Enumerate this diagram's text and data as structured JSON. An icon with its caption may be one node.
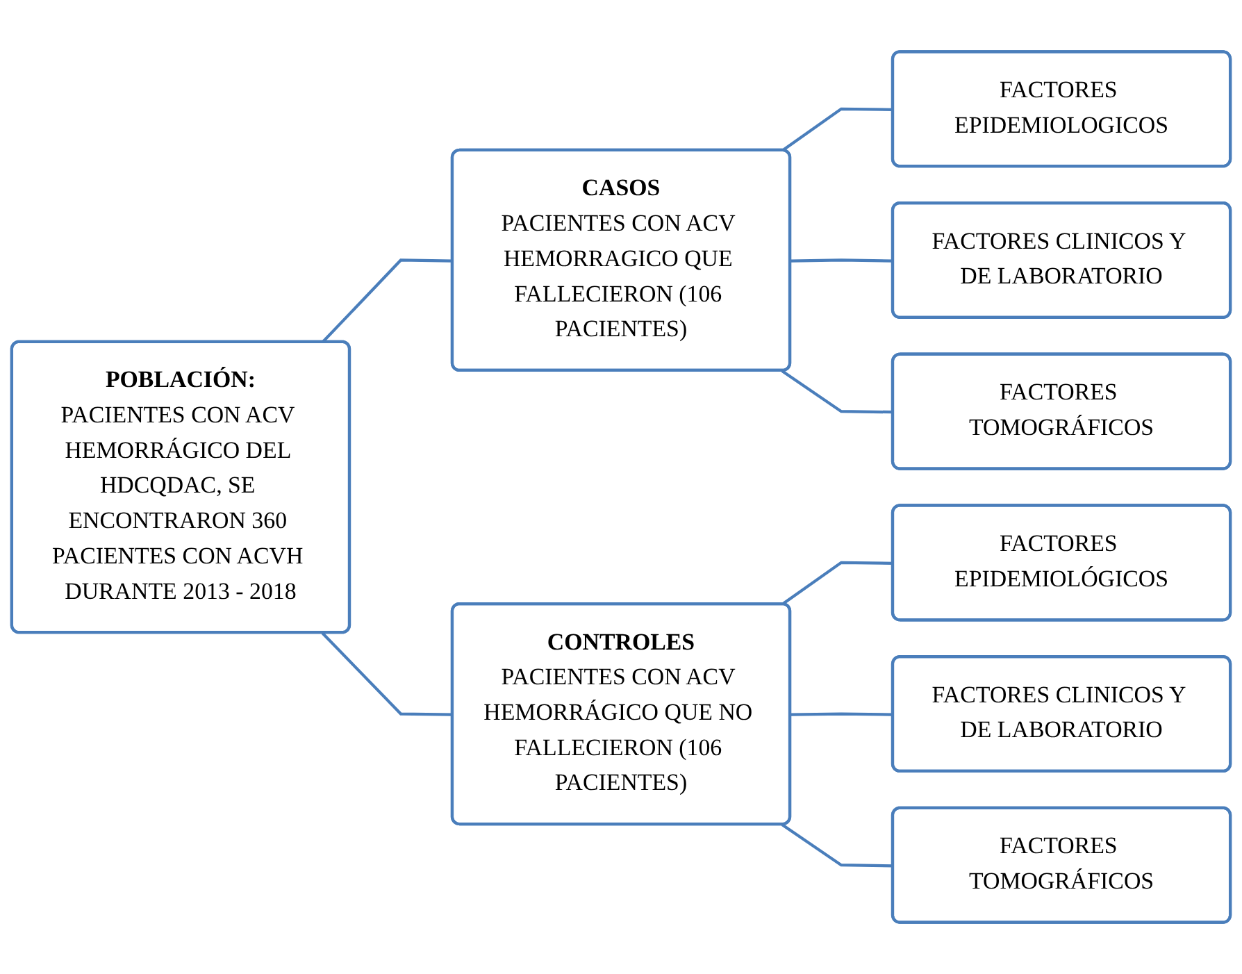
{
  "diagram": {
    "nodes": [
      {
        "text": [
          "POBLACIÓN:",
          "PACIENTES CON ACV HEMORRÁGICO DEL HDCQDAC, SE ENCONTRARON 360 PACIENTES CON ACVH DURANTE 2013 - 2018"
        ]
      },
      {
        "text": [
          "CASOS",
          "PACIENTES CON ACV HEMORRAGICO QUE FALLECIERON (106 PACIENTES)"
        ]
      },
      {
        "text": [
          "FACTORES EPIDEMIOLOGICOS"
        ]
      },
      {
        "text": [
          "FACTORES CLINICOS Y DE LABORATORIO"
        ]
      },
      {
        "text": [
          "FACTORES TOMOGRÁFICOS"
        ]
      },
      {
        "text": [
          "CONTROLES",
          "PACIENTES CON ACV HEMORRÁGICO QUE NO FALLECIERON (106 PACIENTES)"
        ]
      },
      {
        "text": [
          "FACTORES EPIDEMIOLÓGICOS"
        ]
      },
      {
        "text": [
          "FACTORES CLINICOS Y DE LABORATORIO"
        ]
      },
      {
        "text": [
          "FACTORES TOMOGRÁFICOS"
        ]
      }
    ],
    "edges": [
      {
        "from": 0,
        "to": 1,
        "arrow": "none"
      },
      {
        "from": 0,
        "to": 5,
        "arrow": "none"
      },
      {
        "from": 1,
        "to": 2,
        "arrow": "none"
      },
      {
        "from": 1,
        "to": 3,
        "arrow": "none"
      },
      {
        "from": 1,
        "to": 4,
        "arrow": "none"
      },
      {
        "from": 5,
        "to": 6,
        "arrow": "none"
      },
      {
        "from": 5,
        "to": 7,
        "arrow": "none"
      },
      {
        "from": 5,
        "to": 8,
        "arrow": "none"
      }
    ]
  }
}
